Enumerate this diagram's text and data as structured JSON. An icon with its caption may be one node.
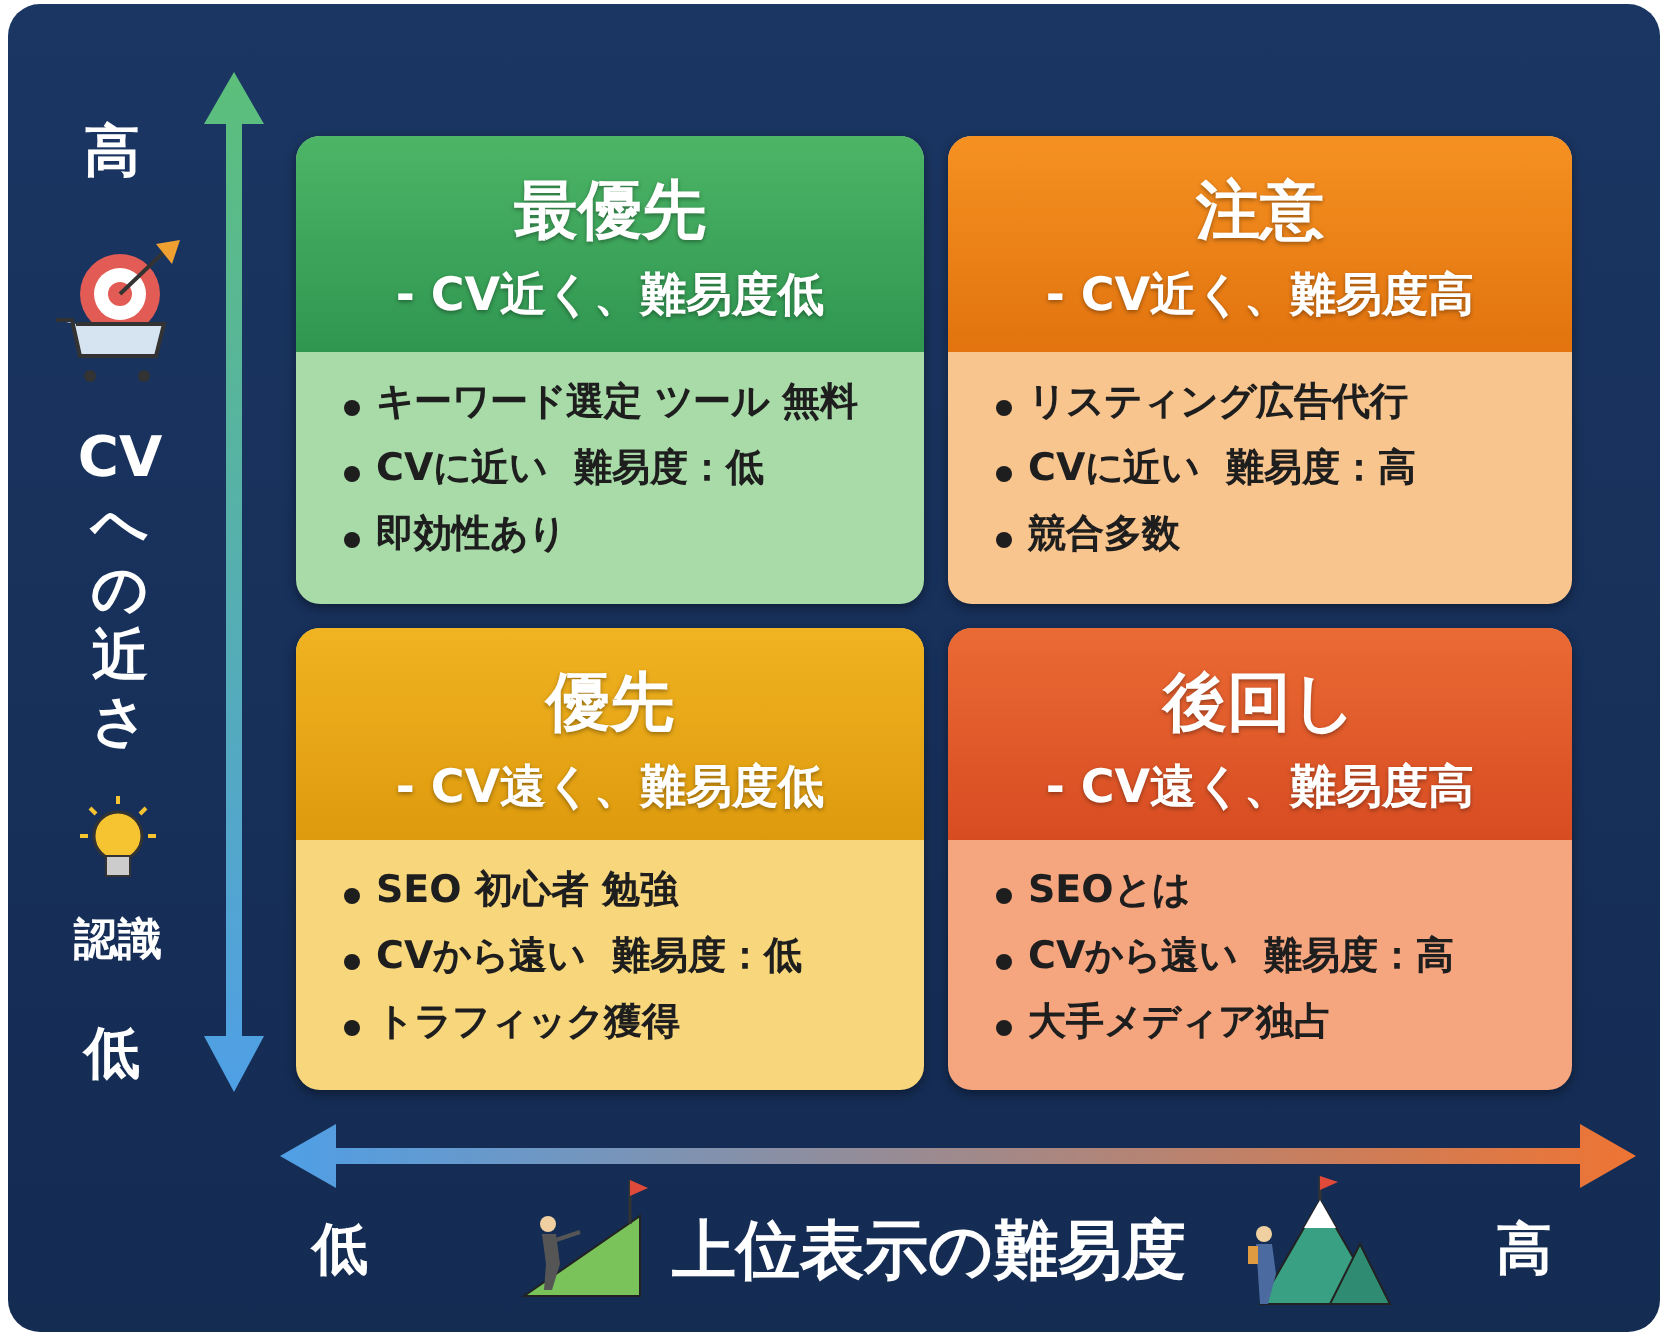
{
  "diagram": {
    "nodes": [
      {
        "text": [
          "最優先",
          "- CV近く、難易度低",
          "キーワード選定 ツール 無料",
          "CVに近い  難易度：低",
          "即効性あり"
        ]
      },
      {
        "text": [
          "注意",
          "- CV近く、難易度高",
          "リスティング広告代行",
          "CVに近い  難易度：高",
          "競合多数"
        ]
      },
      {
        "text": [
          "優先",
          "- CV遠く、難易度低",
          "SEO 初心者 勉強",
          "CVから遠い  難易度：低",
          "トラフィック獲得"
        ]
      },
      {
        "text": [
          "後回し",
          "- CV遠く、難易度高",
          "SEOとは",
          "CVから遠い  難易度：高",
          "大手メディア独占"
        ]
      }
    ],
    "labels": [
      "高",
      "CVへの近さ",
      "認識",
      "低",
      "低",
      "上位表示の難易度",
      "高"
    ]
  }
}
